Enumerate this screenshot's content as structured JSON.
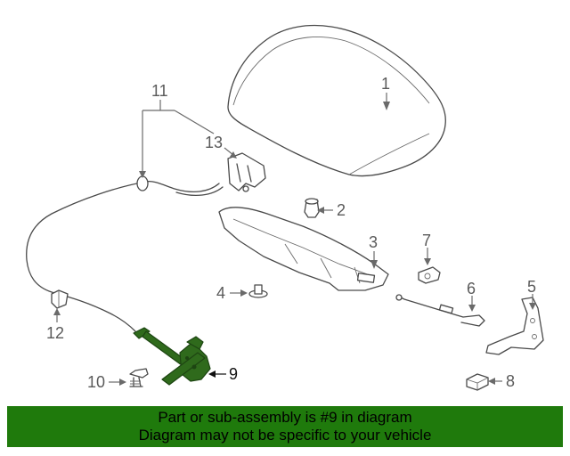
{
  "diagram": {
    "callouts": [
      {
        "id": "1",
        "label": "1"
      },
      {
        "id": "2",
        "label": "2"
      },
      {
        "id": "3",
        "label": "3"
      },
      {
        "id": "4",
        "label": "4"
      },
      {
        "id": "5",
        "label": "5"
      },
      {
        "id": "6",
        "label": "6"
      },
      {
        "id": "7",
        "label": "7"
      },
      {
        "id": "8",
        "label": "8"
      },
      {
        "id": "9",
        "label": "9"
      },
      {
        "id": "10",
        "label": "10"
      },
      {
        "id": "11",
        "label": "11"
      },
      {
        "id": "12",
        "label": "12"
      },
      {
        "id": "13",
        "label": "13"
      }
    ],
    "highlighted_part": "9",
    "highlight_color": "#2f6a1c"
  },
  "banner": {
    "line1": "Part or sub-assembly is #9 in diagram",
    "line2": "Diagram may not be specific to your vehicle",
    "background": "#1f7a0c"
  }
}
